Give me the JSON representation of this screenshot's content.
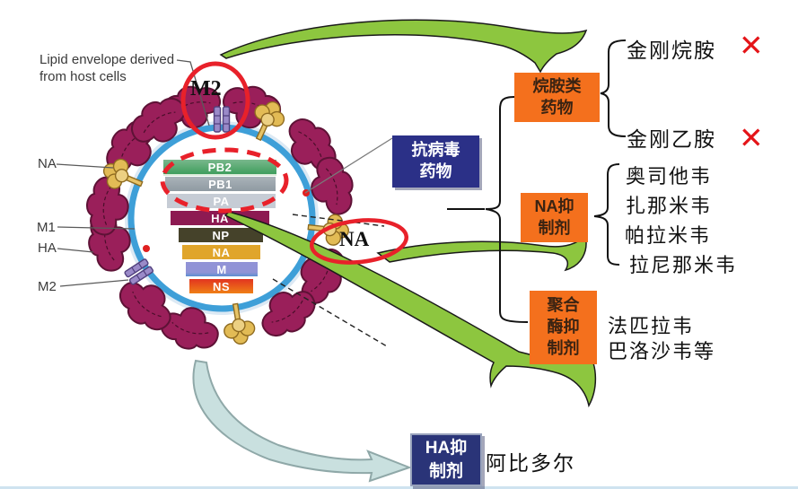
{
  "virus": {
    "lipid_label": {
      "line1": "Lipid envelope derived",
      "line2": "from host cells"
    },
    "side_labels": {
      "na": "NA",
      "m1": "M1",
      "ha": "HA",
      "m2": "M2"
    },
    "m2_callout": "M2",
    "na_callout": "NA",
    "segments": [
      {
        "label": "PB2",
        "color": "#4aa469"
      },
      {
        "label": "PB1",
        "color": "#9aa4ab"
      },
      {
        "label": "PA",
        "color": "#c6ccd5"
      },
      {
        "label": "HA",
        "color": "#8d1a52"
      },
      {
        "label": "NP",
        "color": "#45422a"
      },
      {
        "label": "NA",
        "color": "#e0a52b"
      },
      {
        "label": "M",
        "color": "#8d93d8"
      },
      {
        "label": "NS",
        "color": "#e8481d"
      }
    ]
  },
  "hub": {
    "line1": "抗病毒",
    "line2": "药物",
    "bg": "#2b3087"
  },
  "classes": {
    "alkylamine": {
      "line1": "烷胺类",
      "line2": "药物",
      "bg": "#f4701d",
      "drugs": [
        {
          "name": "金刚烷胺",
          "banned": true
        },
        {
          "name": "金刚乙胺",
          "banned": true
        }
      ]
    },
    "na_inhibitor": {
      "line1": "NA抑",
      "line2": "制剂",
      "bg": "#f4701d",
      "drugs": [
        {
          "name": "奥司他韦"
        },
        {
          "name": "扎那米韦"
        },
        {
          "name": "帕拉米韦"
        },
        {
          "name": "拉尼那米韦"
        }
      ]
    },
    "polymerase": {
      "line1": "聚合",
      "line2": "酶抑",
      "line3": "制剂",
      "bg": "#f4701d",
      "drugs": [
        {
          "name": "法匹拉韦"
        },
        {
          "name": "巴洛沙韦等"
        }
      ]
    },
    "ha_inhibitor": {
      "line1": "HA抑",
      "line2": "制剂",
      "bg": "#2a3478",
      "drugs": [
        {
          "name": "阿比多尔"
        }
      ]
    }
  },
  "icons": {
    "banned_x": "✕"
  },
  "colors": {
    "arrow_green": "#8dc63f",
    "arrow_teal": "#c9e0df",
    "highlight_red": "#e8212a",
    "accent_orange": "#f4701d",
    "accent_navy": "#2b3087",
    "envelope_blue": "#3e9fd8",
    "spike_magenta": "#9a1f5a",
    "na_gold": "#e2bb55",
    "m2_purple": "#9a8ac8"
  }
}
